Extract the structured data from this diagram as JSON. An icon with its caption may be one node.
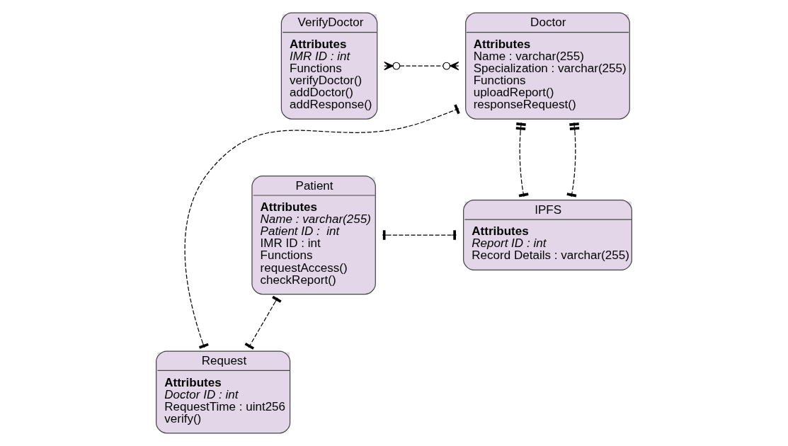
{
  "diagram": {
    "nodes": [
      {
        "text": [
          "VerifyDoctor",
          "Attributes",
          "IMR ID : int",
          "Functions",
          "verifyDoctor()",
          "addDoctor()",
          "addResponse()"
        ]
      },
      {
        "text": [
          "Doctor",
          "Attributes",
          "Name : varchar(255)",
          "Specialization : varchar(255)",
          "Functions",
          "uploadReport()",
          "responseRequest()"
        ]
      },
      {
        "text": [
          "Request",
          "Attributes",
          "Doctor ID : int",
          "RequestTime : uint256",
          "verify()"
        ]
      },
      {
        "text": [
          "Patient",
          "Attributes",
          "Name : varchar(255)",
          "Patient ID :  int",
          "IMR ID : int",
          "Functions",
          "requestAccess()",
          "checkReport()"
        ]
      },
      {
        "text": [
          "IPFS",
          "Attributes",
          "Report ID : int",
          "Record Details : varchar(255)"
        ]
      }
    ],
    "edges": [
      {
        "from": 0,
        "to": 1,
        "arrow": "other",
        "style": "dashed"
      },
      {
        "from": 2,
        "to": 1,
        "arrow": "other",
        "style": "dashed"
      },
      {
        "from": 1,
        "to": 4,
        "arrow": "other",
        "style": "dashed"
      },
      {
        "from": 1,
        "to": 4,
        "arrow": "other",
        "style": "dashed"
      },
      {
        "from": 3,
        "to": 2,
        "arrow": "other",
        "style": "dashed"
      },
      {
        "from": 3,
        "to": 4,
        "arrow": "other",
        "style": "dashed"
      }
    ]
  }
}
